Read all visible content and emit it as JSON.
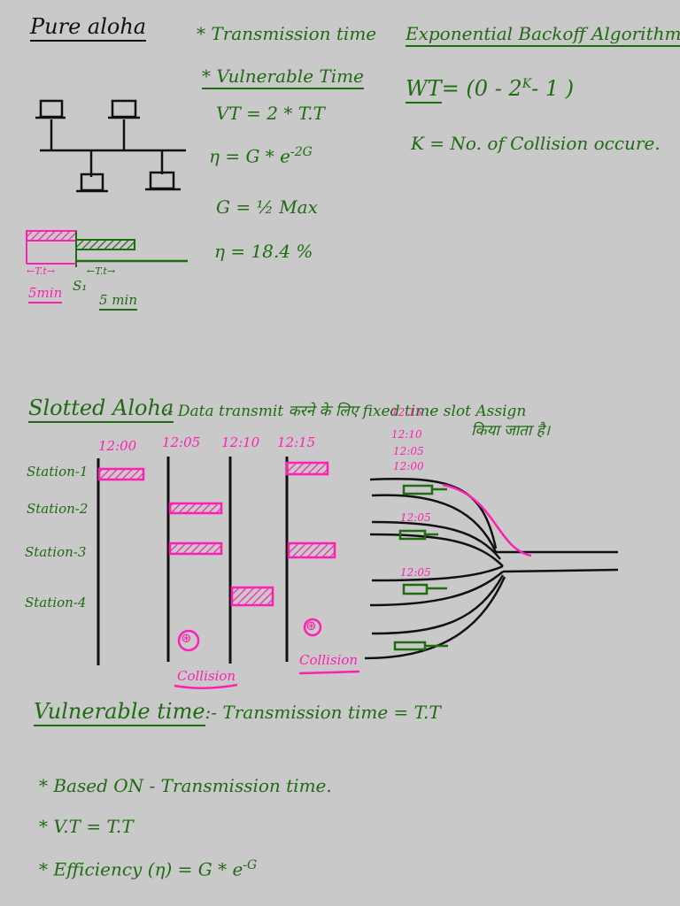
{
  "pure_aloha": {
    "title": "Pure aloha",
    "points": [
      "* Transmission time",
      "* Vulnerable Time"
    ],
    "formulas": [
      "VT = 2 * T.T",
      "η = G * e",
      "G = ½ Max",
      "η = 18.4 %"
    ],
    "exp_sup": "-2G",
    "timeline": {
      "tt_left": "←T.t→",
      "tt_right": "←T.t→",
      "s1": "S₁",
      "left_label": "5min",
      "right_label": "5 min"
    }
  },
  "backoff": {
    "title": "Exponential Backoff Algorithm",
    "formula_lhs": "WT",
    "formula_rhs": "= (0 - 2",
    "formula_sup": "K",
    "formula_tail": "- 1 )",
    "k_def": "K = No. of Collision occure."
  },
  "slotted_aloha": {
    "title": "Slotted Aloha",
    "description": ":- Data transmit करने के लिए fixed time slot Assign",
    "description_2": "किया जाता है।",
    "times": [
      "12:00",
      "12:05",
      "12:10",
      "12:15"
    ],
    "stations": [
      "Station-1",
      "Station-2",
      "Station-3",
      "Station-4"
    ],
    "collision_label": "Collision",
    "collision_marks": [
      "⊛",
      "⊛"
    ],
    "road_times": [
      "12:15",
      "12:10",
      "12:05",
      "12:00"
    ],
    "road_small": [
      "12:05",
      "12:05"
    ]
  },
  "vulnerable": {
    "heading": "Vulnerable time",
    "rest": ":- Transmission time = T.T",
    "bullets": [
      "* Based ON - Transmission time.",
      "* V.T = T.T",
      "* Efficiency (η) = G * e"
    ],
    "eff_sup": "-G"
  },
  "colors": {
    "ink": "#111111",
    "green": "#1e6b12",
    "pink": "#ff1fb4",
    "paper": "#c9c9c9"
  }
}
